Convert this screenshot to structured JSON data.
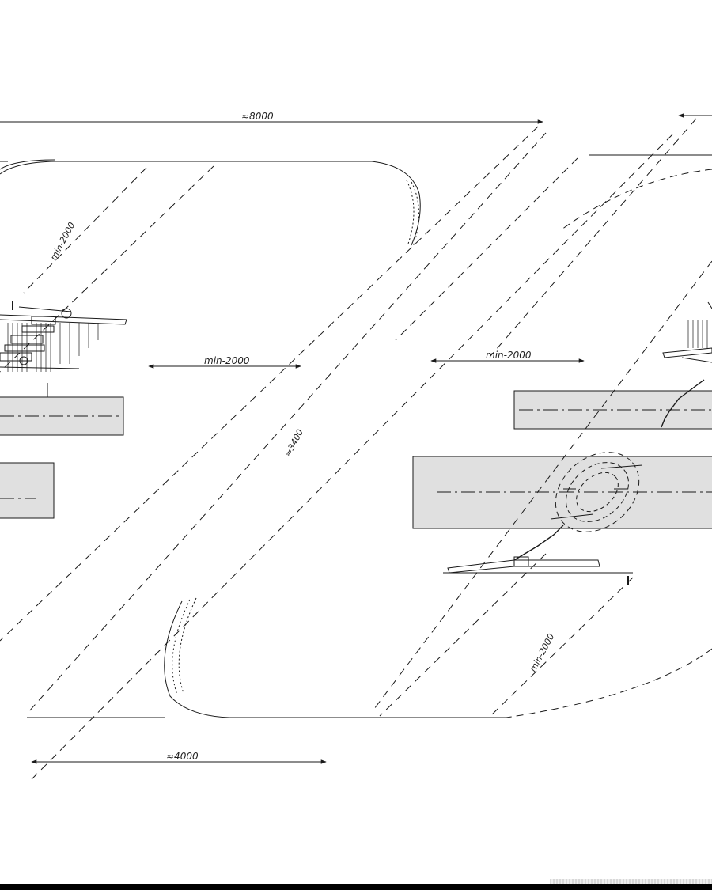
{
  "dimensions": {
    "top_overall": "≈8000",
    "bottom_overall": "≈4000",
    "left_gap": "min-2000",
    "right_gap": "min-2000",
    "diagonal_left": "min-2000",
    "diagonal_right": "min-2000",
    "center_diagonal": "≈3400"
  },
  "colors": {
    "line": "#1a1a1a",
    "zone_fill": "#e0e0e0",
    "background": "#ffffff"
  }
}
